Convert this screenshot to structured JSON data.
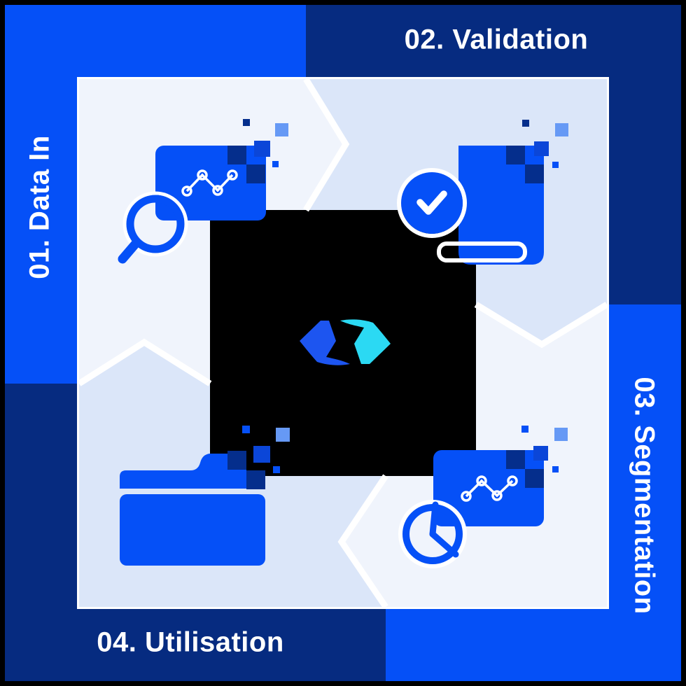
{
  "diagram": {
    "title": "Data lifecycle cycle diagram",
    "center_logo": "brand-logo",
    "stages": [
      {
        "number": "01.",
        "name": "Data In",
        "label": "01. Data In",
        "position": "left",
        "icon": "search-analytics-icon"
      },
      {
        "number": "02.",
        "name": "Validation",
        "label": "02. Validation",
        "position": "top",
        "icon": "document-check-icon"
      },
      {
        "number": "03.",
        "name": "Segmentation",
        "label": "03. Segmentation",
        "position": "right",
        "icon": "pie-chart-window-icon"
      },
      {
        "number": "04.",
        "name": "Utilisation",
        "label": "04. Utilisation",
        "position": "bottom",
        "icon": "folder-icon"
      }
    ]
  },
  "colors": {
    "background": "#000000",
    "bright_blue": "#0550f7",
    "dark_navy": "#062b80",
    "panel_light": "#f0f4fc",
    "panel_shade": "#dbe6f9",
    "white": "#ffffff",
    "pixel_navy": "#052e8c",
    "pixel_mid_blue": "#0b46d8",
    "pixel_light_blue": "#6699f5",
    "logo_blue": "#1d55f0",
    "logo_cyan": "#2bd9f3",
    "label_text": "#ffffff"
  }
}
